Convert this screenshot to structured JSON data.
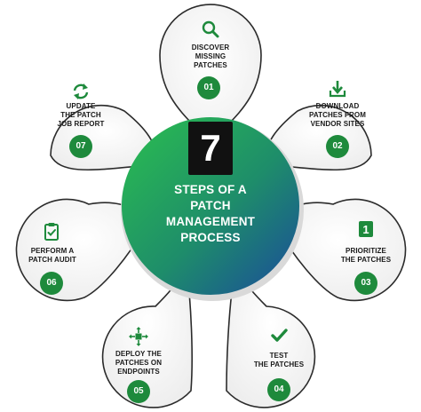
{
  "center": {
    "number": "7",
    "title_lines": [
      "STEPS OF A",
      "PATCH",
      "MANAGEMENT",
      "PROCESS"
    ]
  },
  "steps": [
    {
      "number": "01",
      "lines": [
        "DISCOVER",
        "MISSING",
        "PATCHES"
      ],
      "icon": "search-icon"
    },
    {
      "number": "02",
      "lines": [
        "DOWNLOAD",
        "PATCHES FROM",
        "VENDOR SITES"
      ],
      "icon": "download-icon"
    },
    {
      "number": "03",
      "lines": [
        "PRIORITIZE",
        "THE PATCHES"
      ],
      "icon": "number-one-icon"
    },
    {
      "number": "04",
      "lines": [
        "TEST",
        "THE PATCHES"
      ],
      "icon": "checkmark-icon"
    },
    {
      "number": "05",
      "lines": [
        "DEPLOY THE",
        "PATCHES ON",
        "ENDPOINTS"
      ],
      "icon": "deploy-network-icon"
    },
    {
      "number": "06",
      "lines": [
        "PERFORM A",
        "PATCH AUDIT"
      ],
      "icon": "clipboard-check-icon"
    },
    {
      "number": "07",
      "lines": [
        "UPDATE",
        "THE PATCH",
        "JOB REPORT"
      ],
      "icon": "refresh-icon"
    }
  ],
  "colors": {
    "gradient_start": "#22b14c",
    "gradient_end": "#1a4f9a",
    "badge": "#1e8a3c",
    "petal_fill": "#f4f4f4",
    "petal_stroke": "#2b2b2b"
  }
}
